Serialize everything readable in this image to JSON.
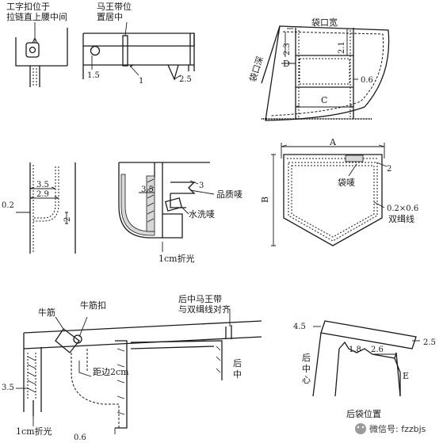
{
  "labels": {
    "snap_note_1": "工字扣位于",
    "snap_note_2": "拉链直上腰中间",
    "belt_loop_note_1": "马王带位",
    "belt_loop_note_2": "置居中",
    "dim_1_5": "1.5",
    "dim_1": "1",
    "dim_2_5_top": "2.5",
    "pocket_opening_width": "袋口宽",
    "pocket_opening_depth": "袋口深",
    "dim_2_3": "2.3",
    "dim_2_1": "2.1",
    "label_d": "D",
    "dim_0_6_front": "0.6",
    "label_c": "C",
    "dim_3_5_fly": "3.5",
    "dim_2_9": "2.9",
    "dim_0_2_fly": "0.2",
    "dim_2_fly": "2",
    "dim_3_5_label": "3.5",
    "dim_3_label": "3",
    "quality_label": "品质唛",
    "wash_label": "水洗唛",
    "fold_1cm_mid": "1cm折光",
    "label_a": "A",
    "label_b": "B",
    "dim_2_back": "2",
    "pocket_label": "袋唛",
    "double_stitch_1": "0.2×0.6",
    "double_stitch_2": "双缉线",
    "tab_label": "牛筋",
    "tab_button_label": "牛筋扣",
    "cb_loop_note_1": "后中马王带",
    "cb_loop_note_2": "与双缉线对齐",
    "edge_2cm": "距边2cm",
    "cb_short_1": "后",
    "cb_short_2": "中",
    "dim_3_5_bottom": "3.5",
    "fold_1cm_bottom": "1cm折光",
    "dim_0_6_bottom": "0.6",
    "dim_4_5": "4.5",
    "dim_2_5_right": "2.5",
    "dim_1_8": "1.8",
    "dim_2_6": "2.6",
    "cb_long_1": "后",
    "cb_long_2": "中",
    "cb_long_3": "心",
    "label_e": "E",
    "back_pocket_position": "后袋位置",
    "watermark": "微信号: fzzbjs"
  }
}
